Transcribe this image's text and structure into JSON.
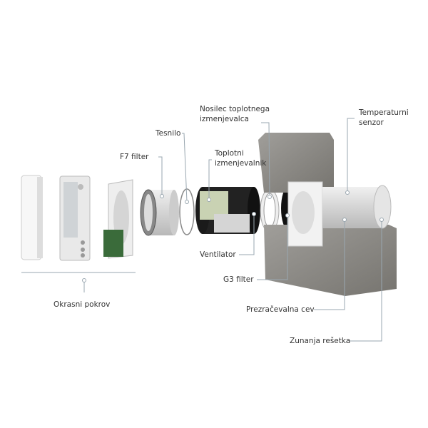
{
  "labels": {
    "nosilec": [
      "Nosilec toplotnega",
      "izmenjevalca"
    ],
    "temperaturni": [
      "Temperaturni",
      "senzor"
    ],
    "tesnilo": "Tesnilo",
    "f7": "F7 filter",
    "toplotni": [
      "Toplotni",
      "izmenjevalnik"
    ],
    "ventilator": "Ventilator",
    "g3": "G3 filter",
    "prezracevalna": "Prezračevalna cev",
    "zunanja": "Zunanja rešetka",
    "okrasni": "Okrasni pokrov"
  },
  "colors": {
    "leader": "#9aa7b0",
    "concrete": "#8e8c88",
    "text": "#333333"
  }
}
